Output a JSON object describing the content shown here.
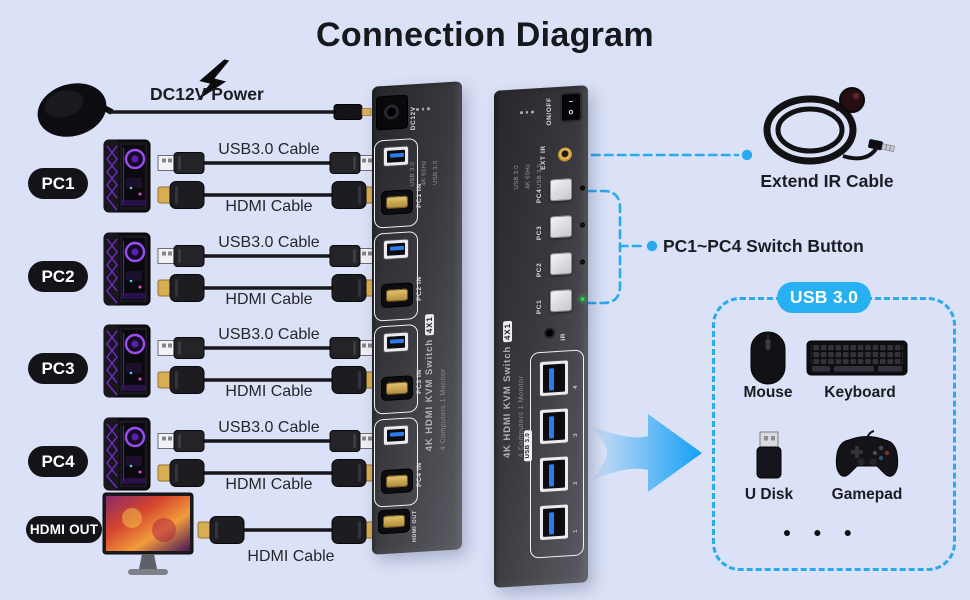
{
  "title": "Connection Diagram",
  "power": {
    "label": "DC12V Power",
    "port_label": "DC12V"
  },
  "device": {
    "name": "4K HDMI KVM Switch",
    "badge": "4X1",
    "subtitle": "4 Computers 1 Monitor",
    "indicators": [
      "USB 3.0",
      "4K 60Hz",
      "USB 3.0"
    ]
  },
  "switch_back": {
    "input_ports": [
      "PC1 IN",
      "PC2 IN",
      "PC3 IN",
      "PC4 IN"
    ],
    "hdmi_out_label": "HDMI OUT"
  },
  "switch_front": {
    "power_switch_label": "ON/OFF",
    "rocker_symbols": [
      "−",
      "o"
    ],
    "ext_ir_label": "EXT IR",
    "buttons": [
      "PC4",
      "PC3",
      "PC2",
      "PC1"
    ],
    "ir_label": "IR",
    "usb_group_label": "USB 3.0",
    "usb_port_numbers": [
      "4",
      "3",
      "2",
      "1"
    ]
  },
  "pc_rows": [
    {
      "label": "PC1",
      "usb_cable_label": "USB3.0 Cable",
      "hdmi_cable_label": "HDMI Cable"
    },
    {
      "label": "PC2",
      "usb_cable_label": "USB3.0 Cable",
      "hdmi_cable_label": "HDMI Cable"
    },
    {
      "label": "PC3",
      "usb_cable_label": "USB3.0 Cable",
      "hdmi_cable_label": "HDMI Cable"
    },
    {
      "label": "PC4",
      "usb_cable_label": "USB3.0 Cable",
      "hdmi_cable_label": "HDMI Cable"
    }
  ],
  "monitor_row": {
    "label": "HDMI OUT",
    "cable_label": "HDMI Cable"
  },
  "annotations": {
    "extend_ir_label": "Extend IR Cable",
    "switch_buttons_label": "PC1~PC4 Switch Button"
  },
  "usb_box": {
    "title": "USB 3.0",
    "items": [
      "Mouse",
      "Keyboard",
      "U Disk",
      "Gamepad"
    ],
    "more_dots": "● ● ●"
  },
  "colors": {
    "background": "#dbe2f7",
    "accent_dashed": "#29a9ef",
    "usb_pill": "#27b1f2",
    "label_pill": "#141418",
    "cable": "#17171a",
    "led_on": "#3ee25c"
  }
}
